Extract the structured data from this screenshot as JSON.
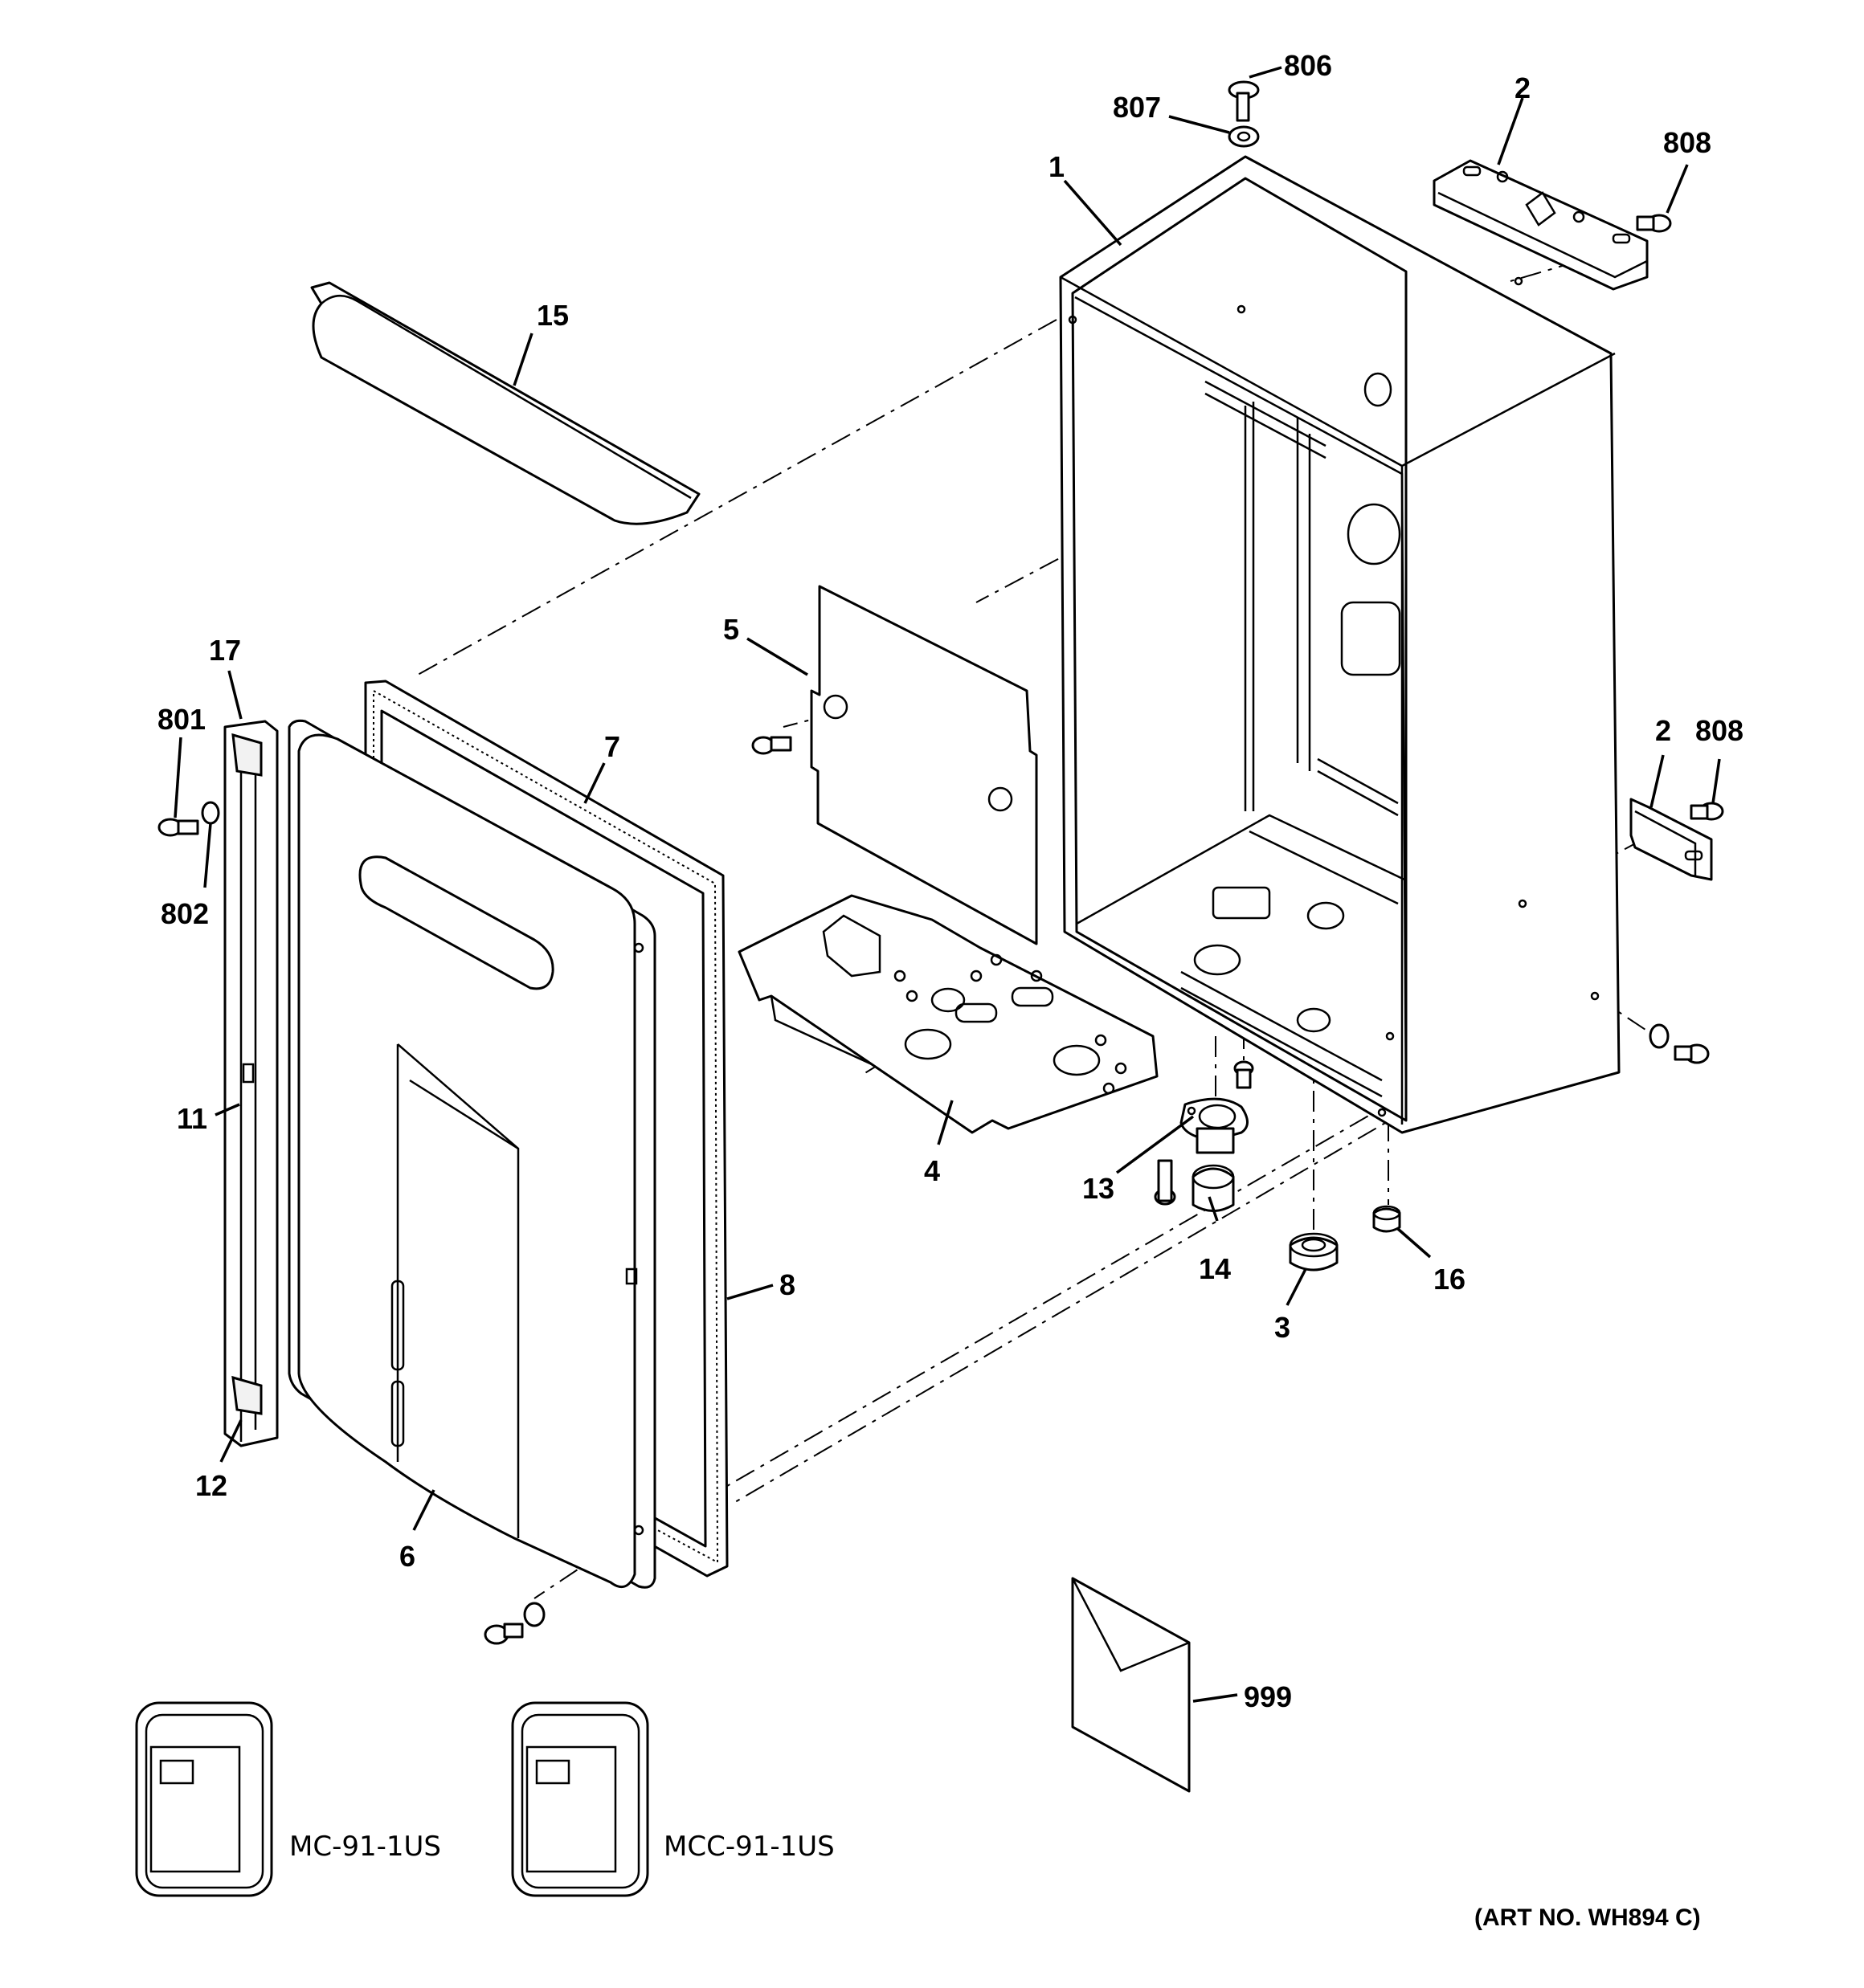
{
  "callouts": {
    "c806": "806",
    "c807": "807",
    "c1": "1",
    "c2_top": "2",
    "c808_top": "808",
    "c15": "15",
    "c5": "5",
    "c17": "17",
    "c801": "801",
    "c802": "802",
    "c7": "7",
    "c2_side": "2",
    "c808_side": "808",
    "c11": "11",
    "c4": "4",
    "c13": "13",
    "c14": "14",
    "c16": "16",
    "c3": "3",
    "c8": "8",
    "c12": "12",
    "c6": "6",
    "c999": "999"
  },
  "remotes": {
    "left_model": "MC-91-1US",
    "right_model": "MCC-91-1US"
  },
  "art_number": "(ART NO. WH894 C)"
}
